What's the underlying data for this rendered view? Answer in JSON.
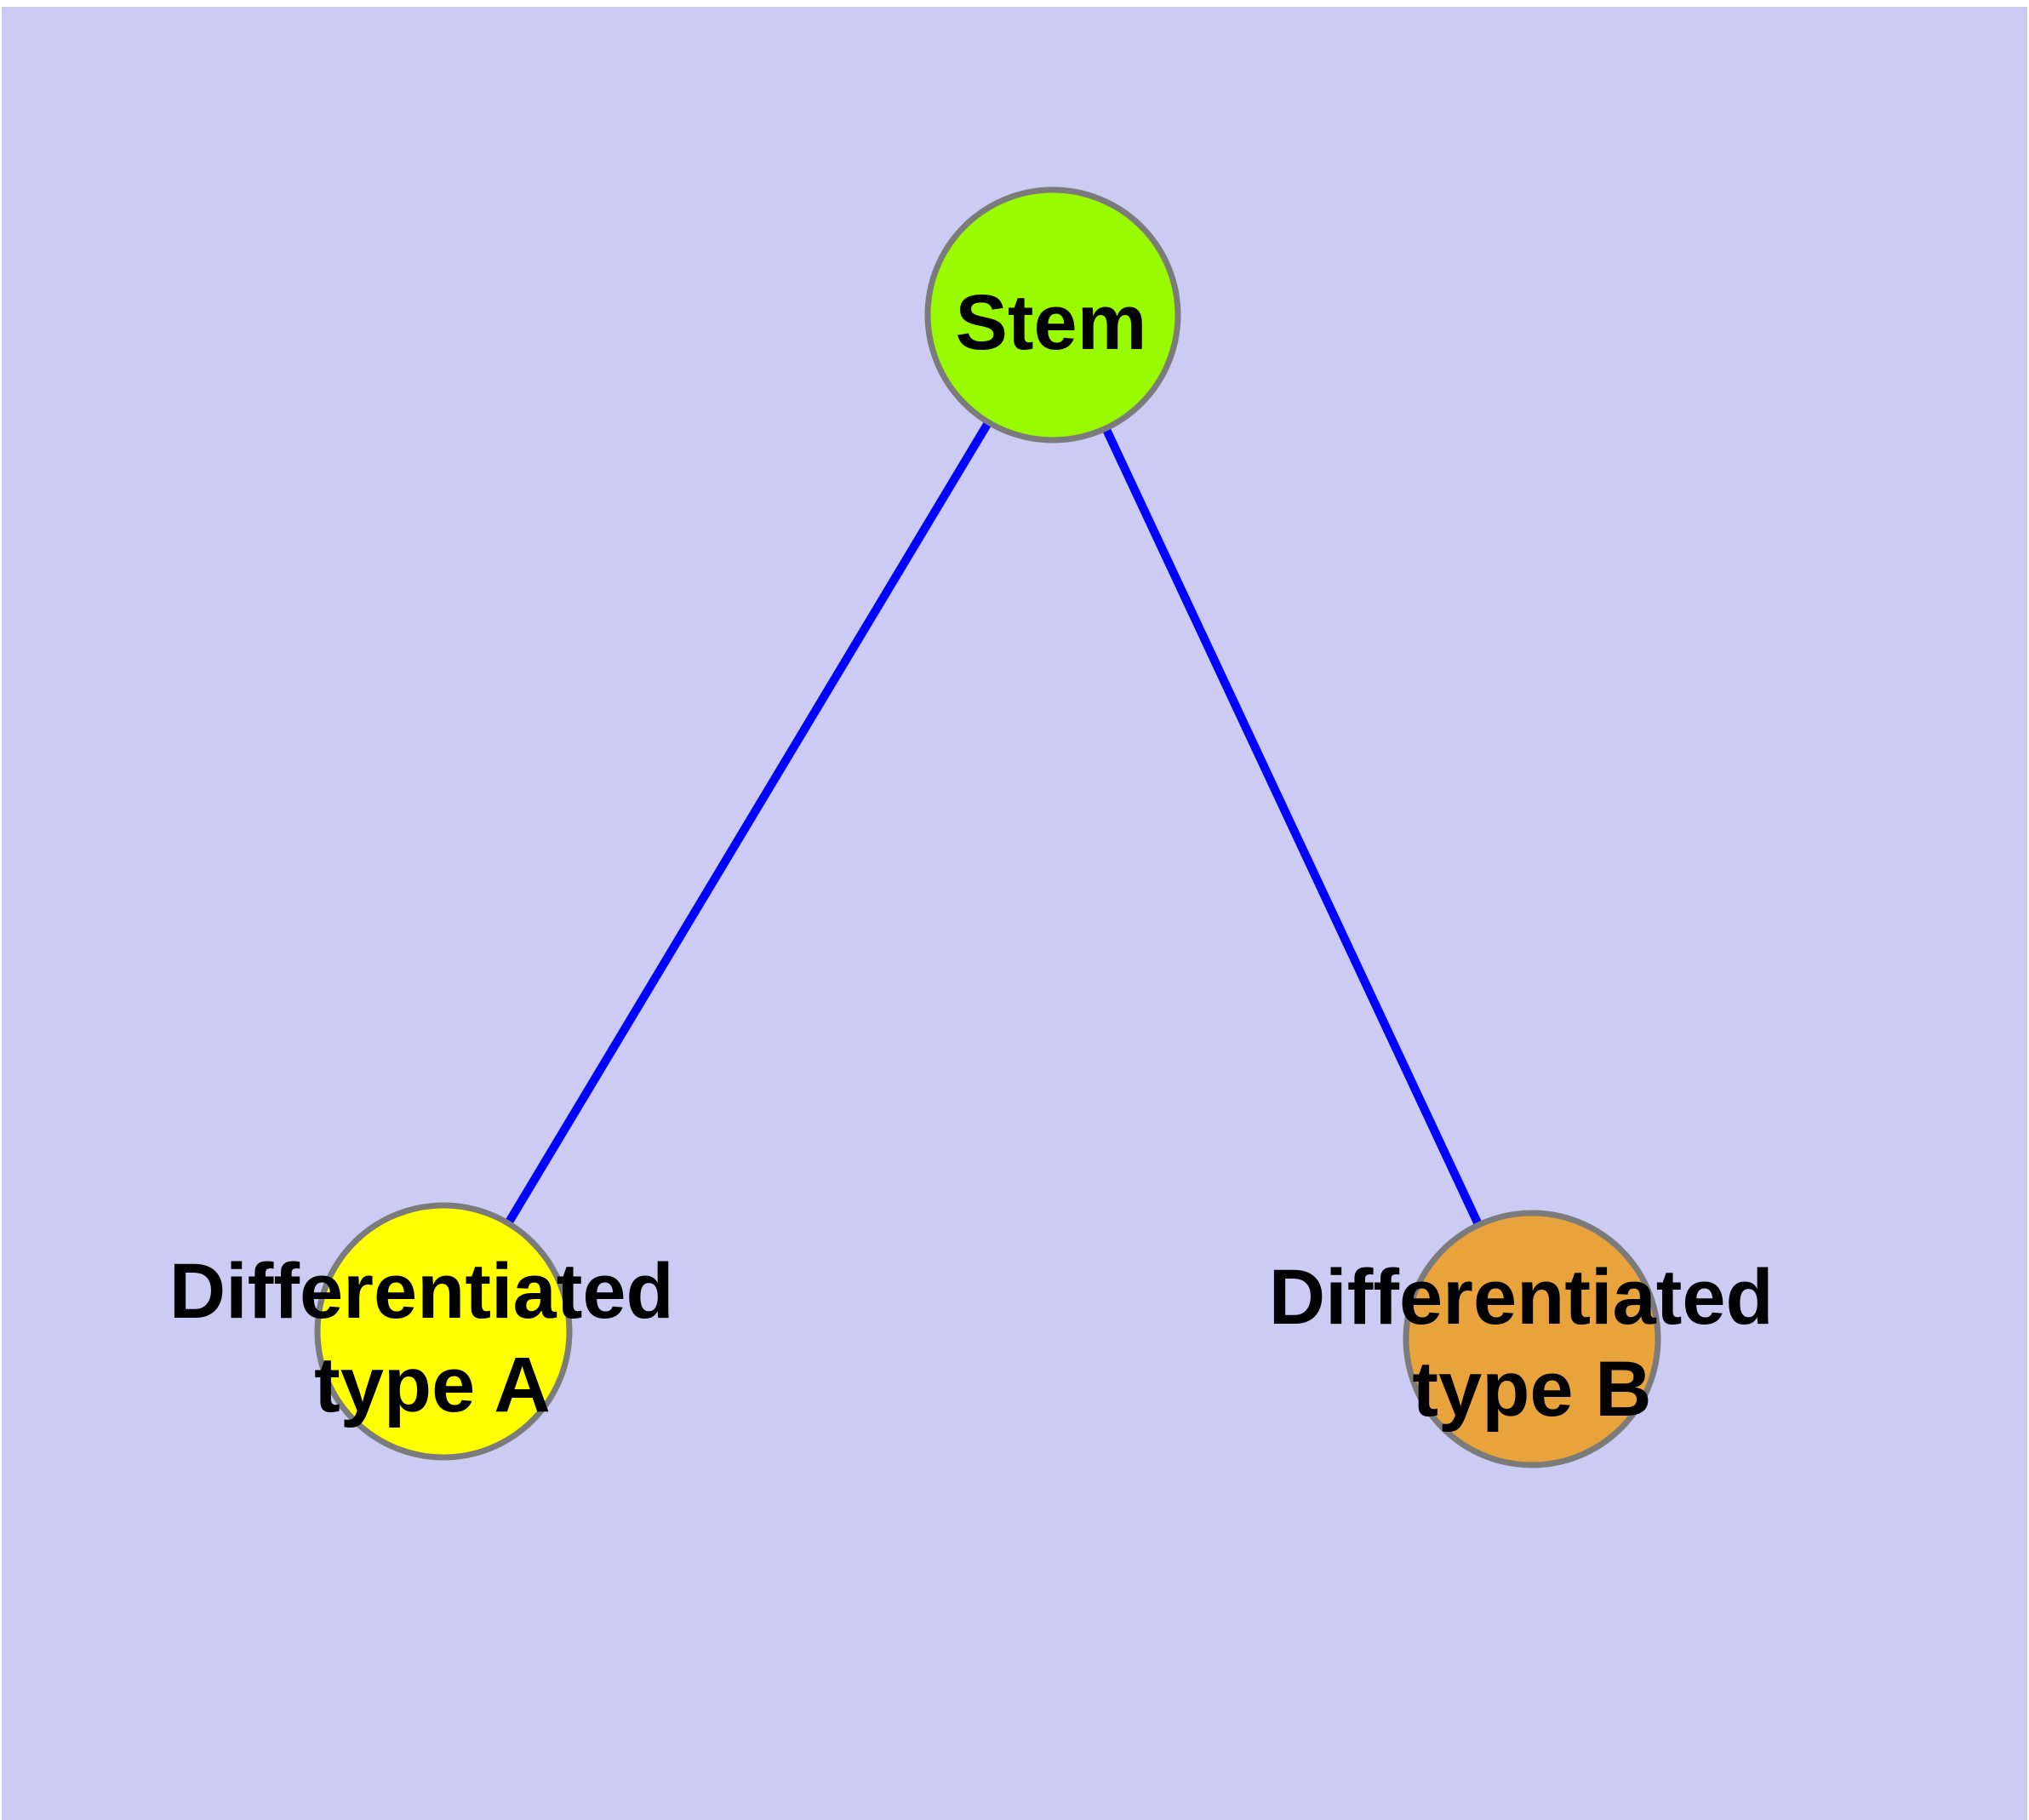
{
  "diagram": {
    "background_color": "#CBCBF4",
    "page_border_color": "#FFFFFF",
    "edge_color": "#0101FF",
    "node_border_color": "#7B7B7B",
    "text_color": "#000000",
    "nodes": [
      {
        "id": "stem",
        "label": "Stem",
        "fill_color": "#9AFB00"
      },
      {
        "id": "differentiated-type-a",
        "label_line1": "Differentiated",
        "label_line2": "type A",
        "fill_color": "#FFFF00"
      },
      {
        "id": "differentiated-type-b",
        "label_line1": "Differentiated",
        "label_line2": "type B",
        "fill_color": "#E8A33C"
      }
    ],
    "edges": [
      {
        "from": "stem",
        "to": "differentiated-type-a"
      },
      {
        "from": "stem",
        "to": "differentiated-type-b"
      }
    ]
  }
}
